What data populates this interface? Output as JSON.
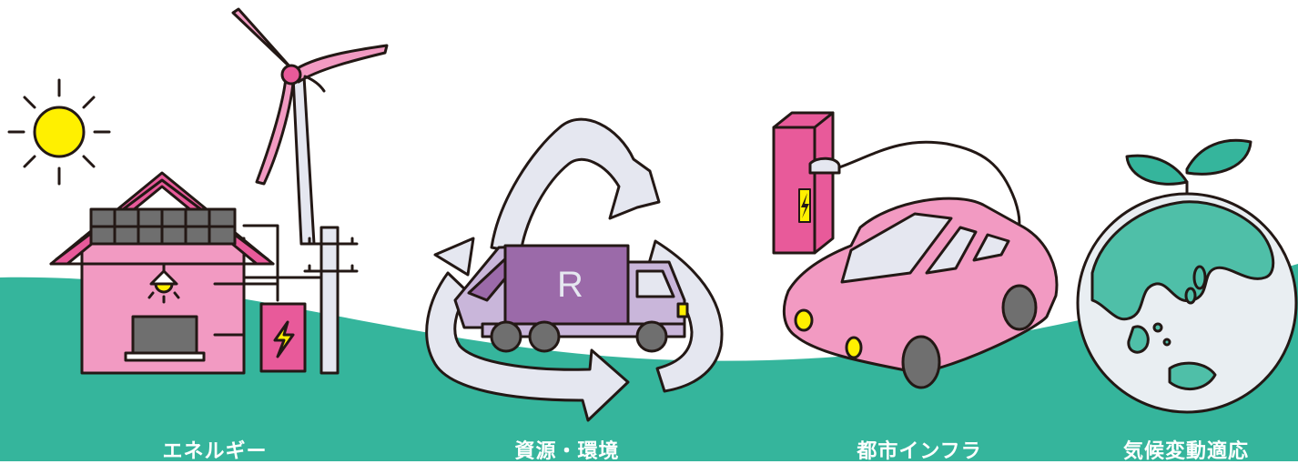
{
  "colors": {
    "ground": "#35b59c",
    "sun": "#fff000",
    "house_pink": "#f29ac2",
    "deep_pink": "#e85a9a",
    "solar_panel": "#6f6f6f",
    "recycle_arrow": "#e5e7f0",
    "truck_purple": "#9b6aa9",
    "truck_light": "#c9b6da",
    "car_pink": "#f29ac2",
    "globe_sea": "#e9eef2",
    "globe_land": "#4fbfa8",
    "leaf": "#35b59c",
    "outline": "#231815",
    "caption_text": "#ffffff"
  },
  "categories": [
    {
      "id": "energy",
      "label": "エネルギー",
      "icon": "house-solar-wind-icon"
    },
    {
      "id": "resources",
      "label": "資源・環境",
      "icon": "recycle-truck-icon"
    },
    {
      "id": "infrastructure",
      "label": "都市インフラ",
      "icon": "ev-charging-car-icon"
    },
    {
      "id": "climate",
      "label": "気候変動適応",
      "icon": "globe-sprout-icon"
    }
  ],
  "truck_letter": "R"
}
